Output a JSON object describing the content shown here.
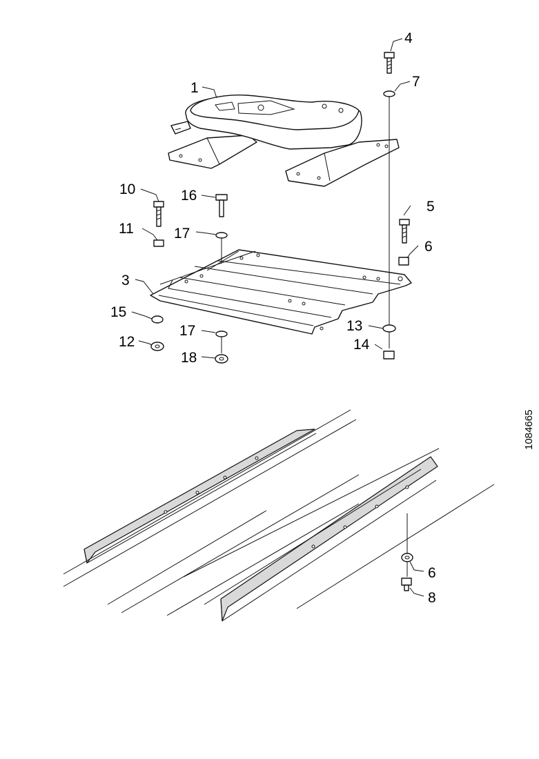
{
  "diagram": {
    "reference_number": "1084665",
    "callouts": {
      "c1": "1",
      "c3": "3",
      "c4": "4",
      "c5": "5",
      "c6_top": "6",
      "c6_bottom": "6",
      "c7": "7",
      "c8": "8",
      "c10": "10",
      "c11": "11",
      "c12": "12",
      "c13": "13",
      "c14": "14",
      "c15": "15",
      "c16": "16",
      "c17_top": "17",
      "c17_bottom": "17",
      "c18": "18"
    }
  }
}
